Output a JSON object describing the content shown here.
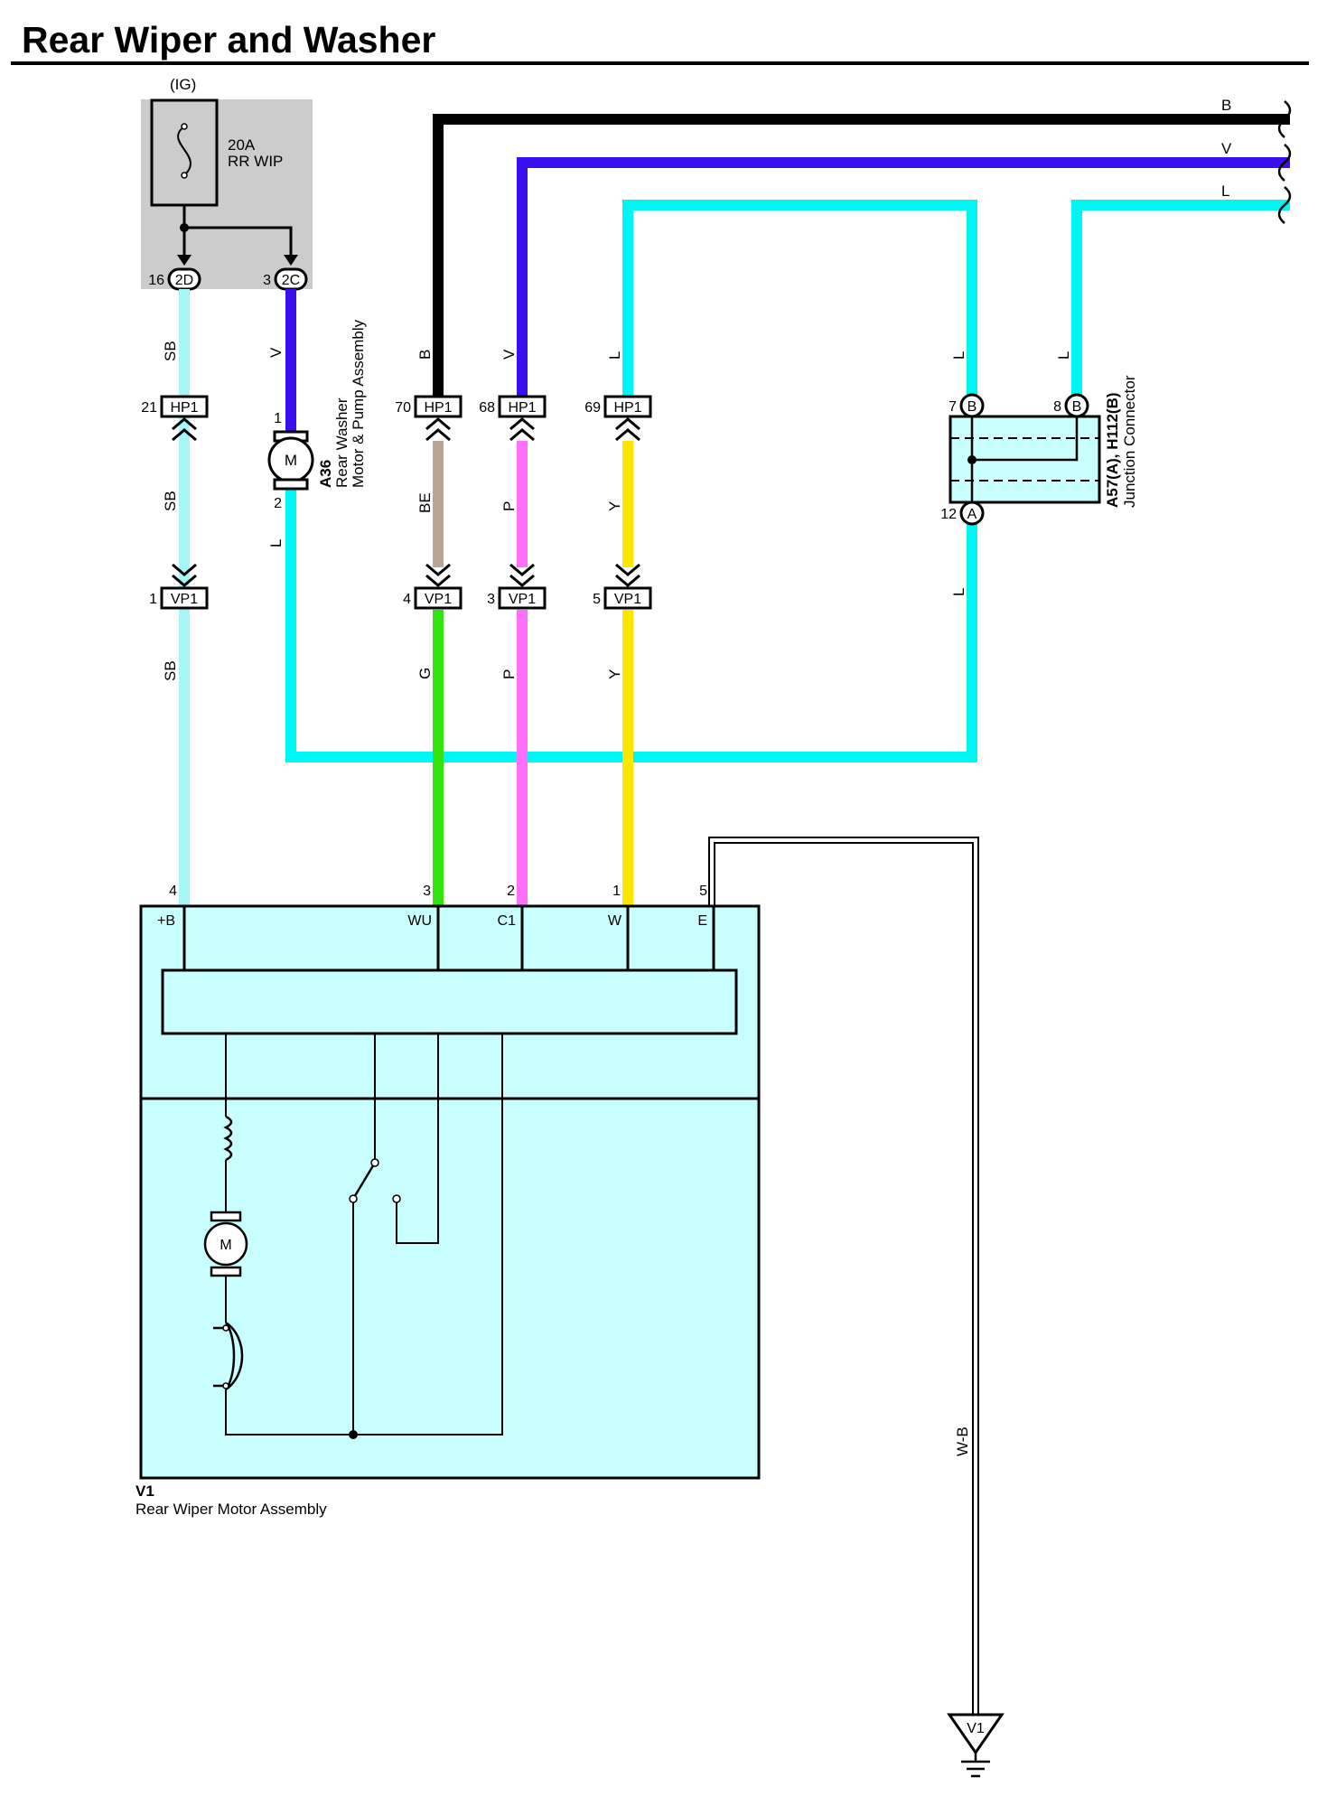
{
  "title": "Rear Wiper and Washer",
  "colors": {
    "B": "#000000",
    "V": "#3a0ff0",
    "L": "#00f5f5",
    "SB": "#a6f5f7",
    "BE": "#b8a595",
    "P": "#ff70ff",
    "Y": "#ffe600",
    "G": "#33e30f",
    "component_fill": "#c9ffff",
    "fuse_box_fill": "#cccccc"
  },
  "fuse": {
    "source": "(IG)",
    "rating": "20A",
    "name": "RR WIP"
  },
  "junction_block": [
    {
      "pin": "16",
      "code": "2D"
    },
    {
      "pin": "3",
      "code": "2C"
    }
  ],
  "hp1": [
    {
      "pin": "21",
      "code": "HP1"
    },
    {
      "pin": "70",
      "code": "HP1"
    },
    {
      "pin": "68",
      "code": "HP1"
    },
    {
      "pin": "69",
      "code": "HP1"
    }
  ],
  "vp1": [
    {
      "pin": "1",
      "code": "VP1"
    },
    {
      "pin": "4",
      "code": "VP1"
    },
    {
      "pin": "3",
      "code": "VP1"
    },
    {
      "pin": "5",
      "code": "VP1"
    }
  ],
  "wire_labels": {
    "sb_top": "SB",
    "sb_mid": "SB",
    "sb_low": "SB",
    "v_washer": "V",
    "l_washer": "L",
    "b_top": "B",
    "be_mid": "BE",
    "g_low": "G",
    "v_top": "V",
    "p_mid": "P",
    "p_low": "P",
    "l_top": "L",
    "y_mid": "Y",
    "y_low": "Y",
    "l_jc_left": "L",
    "l_jc_right": "L",
    "l_jc_out": "L",
    "ground": "W-B"
  },
  "right_edge": [
    "B",
    "V",
    "L"
  ],
  "washer_motor": {
    "code": "A36",
    "name_line1": "Rear Washer",
    "name_line2": "Motor & Pump Assembly",
    "pin_top": "1",
    "pin_bottom": "2",
    "symbol": "M"
  },
  "junction_connector": {
    "code": "A57(A), H112(B)",
    "name": "Junction Connector",
    "pins": [
      {
        "pin": "7",
        "conn": "B"
      },
      {
        "pin": "8",
        "conn": "B"
      },
      {
        "pin": "12",
        "conn": "A"
      }
    ]
  },
  "wiper_motor": {
    "code": "V1",
    "name": "Rear Wiper Motor Assembly",
    "pin_numbers": [
      "4",
      "3",
      "2",
      "1",
      "5"
    ],
    "terminals": [
      "+B",
      "WU",
      "C1",
      "W",
      "E"
    ],
    "symbol": "M"
  },
  "ground": {
    "code": "V1"
  }
}
